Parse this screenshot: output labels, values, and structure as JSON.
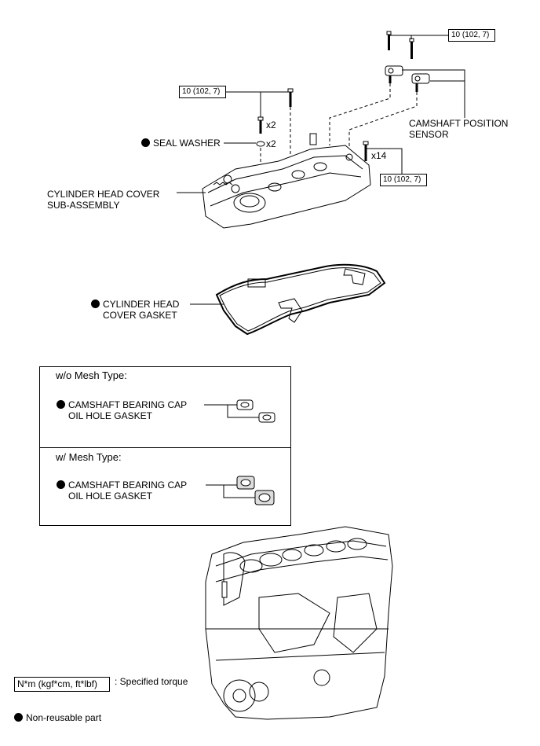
{
  "torque": {
    "top": "10 (102, 7)",
    "left": "10 (102, 7)",
    "right": "10 (102, 7)"
  },
  "quantities": {
    "bolt": "x2",
    "washer": "x2",
    "cover_bolts": "x14"
  },
  "labels": {
    "seal_washer": "SEAL WASHER",
    "camshaft_sensor_1": "CAMSHAFT POSITION",
    "camshaft_sensor_2": "SENSOR",
    "cover_1": "CYLINDER HEAD COVER",
    "cover_2": "SUB-ASSEMBLY",
    "gasket_1": "CYLINDER HEAD",
    "gasket_2": "COVER GASKET"
  },
  "panel": {
    "wo_title": "w/o Mesh Type:",
    "wo_part_1": "CAMSHAFT BEARING CAP",
    "wo_part_2": "OIL HOLE GASKET",
    "w_title": "w/ Mesh Type:",
    "w_part_1": "CAMSHAFT BEARING CAP",
    "w_part_2": "OIL HOLE GASKET"
  },
  "legend": {
    "torque_unit": "N*m (kgf*cm, ft*lbf)",
    "torque_desc": ": Specified torque",
    "nonreusable": "Non-reusable part"
  },
  "icons": [
    "bolt-icon",
    "seal-washer-icon",
    "camshaft-position-sensor-icon",
    "cylinder-head-cover-drawing",
    "gasket-drawing",
    "engine-block-drawing",
    "non-reusable-dot-icon"
  ]
}
